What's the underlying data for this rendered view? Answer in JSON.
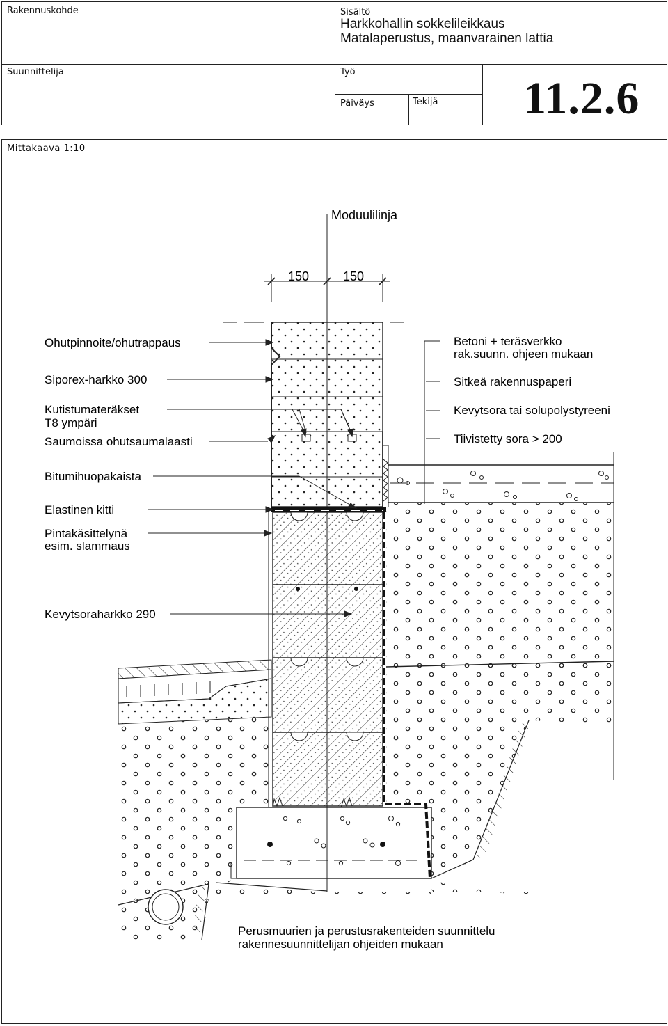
{
  "title_block": {
    "project_label": "Rakennuskohde",
    "content_label": "Sisältö",
    "content_line1": "Harkkohallin sokkelileikkaus",
    "content_line2": "Matalaperustus, maanvarainen lattia",
    "designer_label": "Suunnittelija",
    "work_label": "Työ",
    "date_label": "Päiväys",
    "author_label": "Tekijä",
    "drawing_number": "11.2.6"
  },
  "scale_note": "Mittakaava 1:10",
  "drawing": {
    "module_line": "Moduulilinja",
    "dim_left": "150",
    "dim_right": "150",
    "left_labels": {
      "thin_plaster": "Ohutpinnoite/ohutrappaus",
      "siporex": "Siporex-harkko 300",
      "shrinkage_rebar_1": "Kutistumateräkset",
      "shrinkage_rebar_2": "T8 ympäri",
      "thin_mortar": "Saumoissa ohutsaumalaasti",
      "bitumen_strip": "Bitumihuopakaista",
      "elastic_putty": "Elastinen kitti",
      "surface_treat_1": "Pintakäsittelynä",
      "surface_treat_2": "esim. slammaus",
      "lwa_block": "Kevytsoraharkko  290"
    },
    "right_labels": {
      "concrete_1": "Betoni + teräsverkko",
      "concrete_2": "rak.suunn. ohjeen mukaan",
      "paper": "Sitkeä rakennuspaperi",
      "insulation": "Kevytsora tai solupolystyreeni",
      "gravel": "Tiivistetty sora > 200"
    },
    "foundation_note_1": "Perusmuurien ja perustusrakenteiden suunnittelu",
    "foundation_note_2": "rakennesuunnittelijan ohjeiden mukaan"
  }
}
